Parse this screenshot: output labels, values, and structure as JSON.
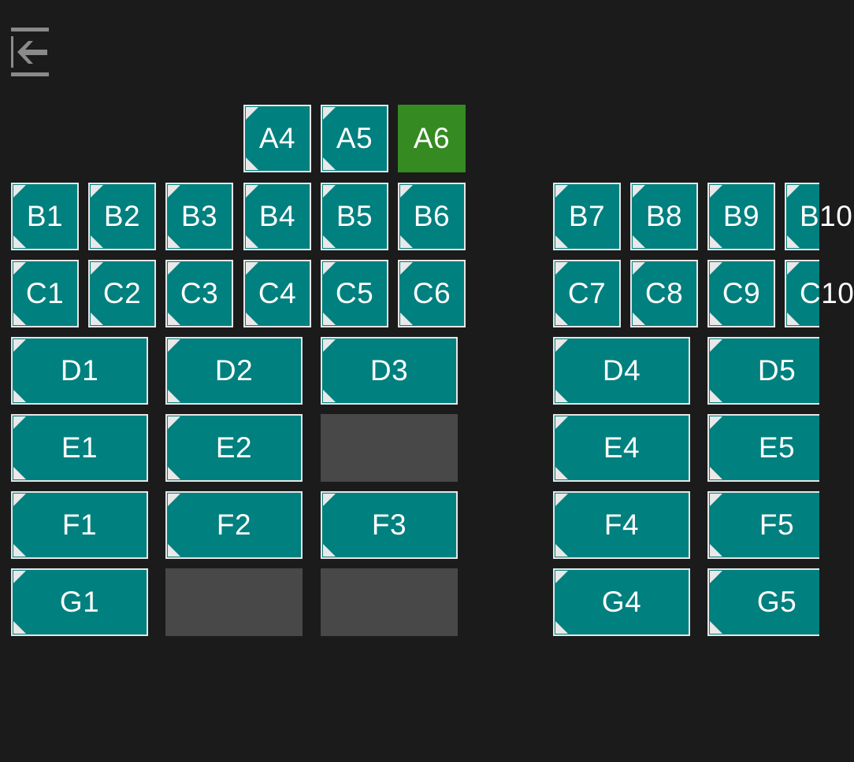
{
  "back_icon": "arrow-left-bar-icon",
  "colors": {
    "background": "#1b1b1b",
    "available": "#00807f",
    "selected": "#358a21",
    "unavailable": "#484848",
    "border": "#e6e6e6",
    "icon": "#8a8a8a"
  },
  "seats": [
    {
      "label": "A4",
      "status": "available"
    },
    {
      "label": "A5",
      "status": "available"
    },
    {
      "label": "A6",
      "status": "selected"
    },
    {
      "label": "B1",
      "status": "available"
    },
    {
      "label": "B2",
      "status": "available"
    },
    {
      "label": "B3",
      "status": "available"
    },
    {
      "label": "B4",
      "status": "available"
    },
    {
      "label": "B5",
      "status": "available"
    },
    {
      "label": "B6",
      "status": "available"
    },
    {
      "label": "B7",
      "status": "available"
    },
    {
      "label": "B8",
      "status": "available"
    },
    {
      "label": "B9",
      "status": "available"
    },
    {
      "label": "B10",
      "status": "available"
    },
    {
      "label": "C1",
      "status": "available"
    },
    {
      "label": "C2",
      "status": "available"
    },
    {
      "label": "C3",
      "status": "available"
    },
    {
      "label": "C4",
      "status": "available"
    },
    {
      "label": "C5",
      "status": "available"
    },
    {
      "label": "C6",
      "status": "available"
    },
    {
      "label": "C7",
      "status": "available"
    },
    {
      "label": "C8",
      "status": "available"
    },
    {
      "label": "C9",
      "status": "available"
    },
    {
      "label": "C10",
      "status": "available"
    },
    {
      "label": "D1",
      "status": "available"
    },
    {
      "label": "D2",
      "status": "available"
    },
    {
      "label": "D3",
      "status": "available"
    },
    {
      "label": "D4",
      "status": "available"
    },
    {
      "label": "D5",
      "status": "available"
    },
    {
      "label": "E1",
      "status": "available"
    },
    {
      "label": "E2",
      "status": "available"
    },
    {
      "label": "",
      "status": "unavailable"
    },
    {
      "label": "E4",
      "status": "available"
    },
    {
      "label": "E5",
      "status": "available"
    },
    {
      "label": "F1",
      "status": "available"
    },
    {
      "label": "F2",
      "status": "available"
    },
    {
      "label": "F3",
      "status": "available"
    },
    {
      "label": "F4",
      "status": "available"
    },
    {
      "label": "F5",
      "status": "available"
    },
    {
      "label": "G1",
      "status": "available"
    },
    {
      "label": "",
      "status": "unavailable"
    },
    {
      "label": "",
      "status": "unavailable"
    },
    {
      "label": "G4",
      "status": "available"
    },
    {
      "label": "G5",
      "status": "available"
    }
  ]
}
